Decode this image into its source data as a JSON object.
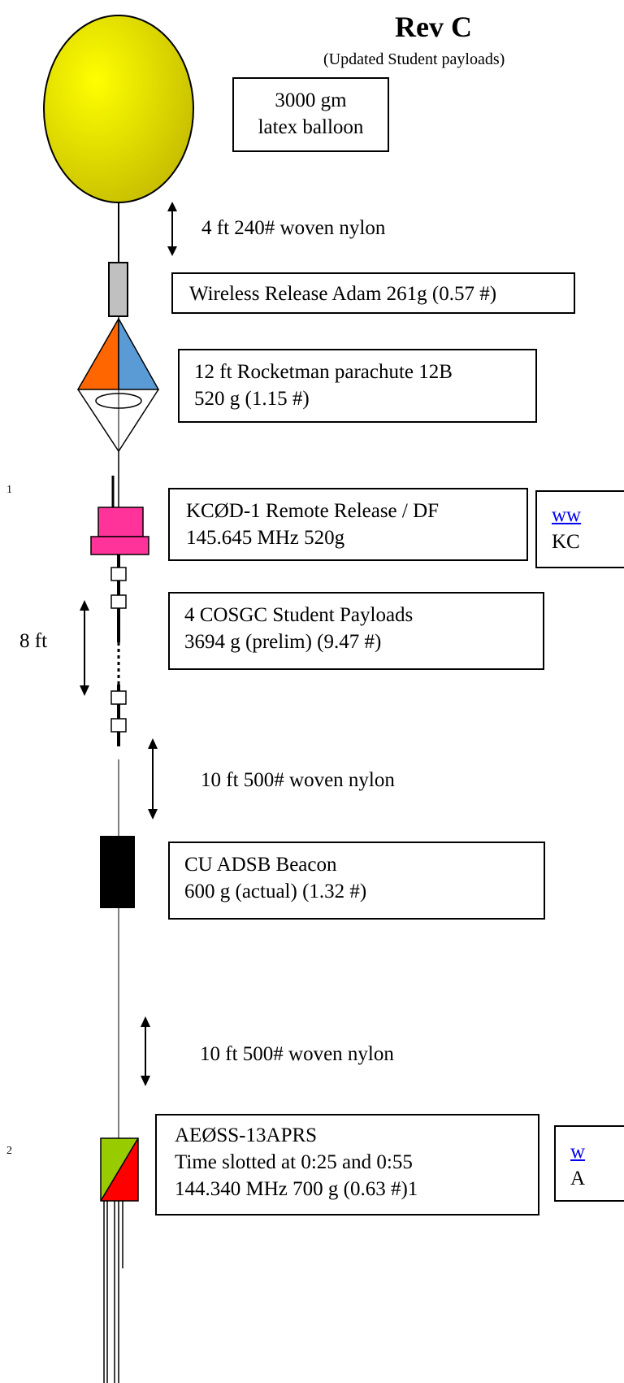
{
  "header": {
    "title": "Rev C",
    "subtitle": "(Updated Student payloads)"
  },
  "components": {
    "balloon": {
      "line1": "3000 gm",
      "line2": "latex balloon"
    },
    "tether1": "4 ft 240# woven nylon",
    "release": "Wireless Release Adam 261g (0.57 #)",
    "parachute": {
      "line1": "12 ft Rocketman parachute  12B",
      "line2": "520 g (1.15 #)"
    },
    "remote_release": {
      "line1": "KCØD-1 Remote Release  / DF",
      "line2": "145.645 MHz 520g"
    },
    "remote_side": {
      "link": "ww",
      "text": "KC"
    },
    "student_payloads": {
      "line1": "4 COSGC Student Payloads",
      "line2": " 3694 g (prelim) (9.47 #)"
    },
    "payload_span": "8 ft",
    "tether2": "10 ft 500# woven nylon",
    "beacon": {
      "line1": "CU ADSB Beacon",
      "line2": "600 g (actual) (1.32 #)"
    },
    "tether3": "10 ft 500# woven nylon",
    "aprs": {
      "line1": "AEØSS-13APRS",
      "line2": "Time slotted at 0:25 and 0:55",
      "line3": "144.340 MHz   700 g (0.63 #)1"
    },
    "aprs_side": {
      "link": "w",
      "text": "A"
    },
    "footnote_1": "1",
    "footnote_2": "2"
  },
  "colors": {
    "balloon": "#f2f200",
    "release_body": "#c0c0c0",
    "chute_left": "#ff6600",
    "chute_right": "#5b9bd5",
    "remote_release": "#ff3399",
    "beacon": "#000000",
    "aprs_green": "#99cc00",
    "aprs_red": "#ff0000"
  }
}
